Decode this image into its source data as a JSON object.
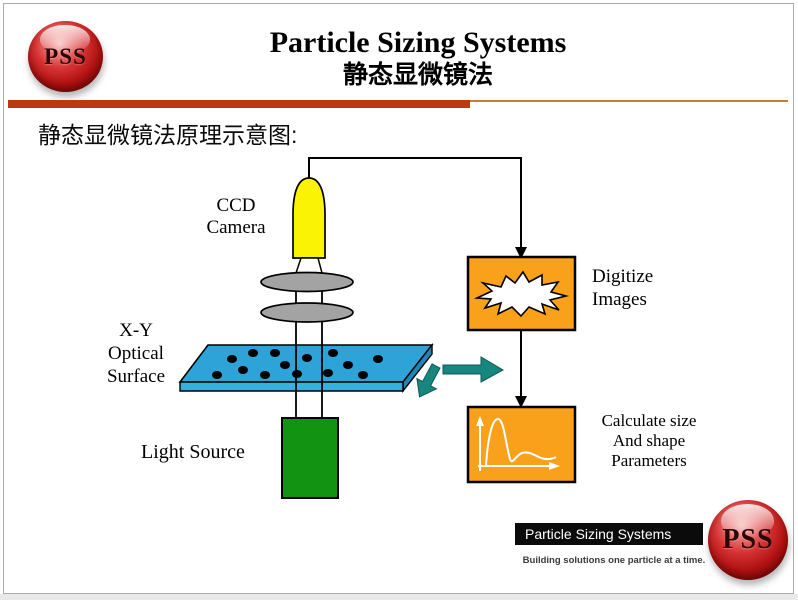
{
  "header": {
    "title": "Particle Sizing Systems",
    "subtitle": "静态显微镜法",
    "logo_text": "PSS"
  },
  "heading": "静态显微镜法原理示意图:",
  "diagram": {
    "ccd_camera": [
      "CCD",
      "Camera"
    ],
    "xy_optical_surface": [
      "X-Y",
      "Optical",
      "Surface"
    ],
    "light_source": "Light Source",
    "digitize_images": [
      "Digitize",
      "Images"
    ],
    "calculate": [
      "Calculate size",
      "And shape",
      "Parameters"
    ]
  },
  "footer": {
    "banner": "Particle Sizing Systems",
    "tagline": "Building solutions one particle at a time.",
    "logo_text": "PSS"
  },
  "colors": {
    "accent_bar": "#b93a10",
    "accent_thin_line": "#c97b2e",
    "camera_yellow": "#faf303",
    "lens_gray": "#a3a3a3",
    "surface_blue": "#2da3d8",
    "surface_blue_side": "#1b87b8",
    "light_source_green": "#129312",
    "process_box_orange": "#f9a11b",
    "arrow_teal": "#17867e",
    "logo_red": "#cc2222",
    "banner_black": "#0b0b0b"
  }
}
